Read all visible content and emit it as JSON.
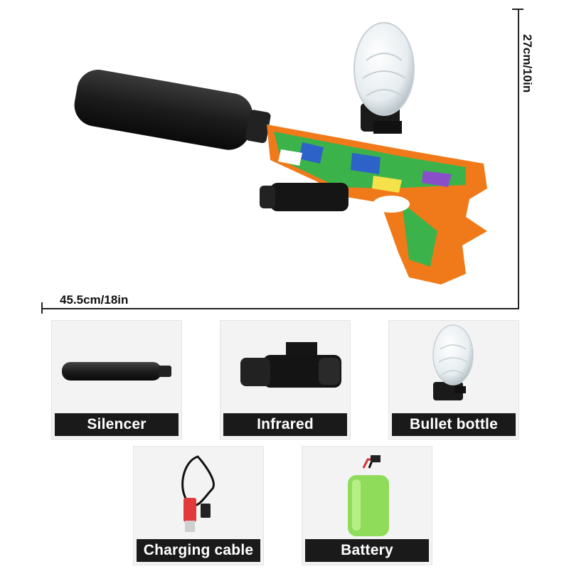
{
  "dimensions": {
    "length_label": "45.5cm/18in",
    "height_label": "27cm/10in"
  },
  "accessories": [
    {
      "label": "Silencer",
      "icon": "silencer-icon"
    },
    {
      "label": "Infrared",
      "icon": "infrared-icon"
    },
    {
      "label": "Bullet bottle",
      "icon": "bullet-bottle-icon"
    },
    {
      "label": "Charging cable",
      "icon": "charging-cable-icon"
    },
    {
      "label": "Battery",
      "icon": "battery-icon"
    }
  ],
  "colors": {
    "caption_bg": "#1a1a1a",
    "card_bg": "#f3f3f3",
    "graffiti_orange": "#f07a1a",
    "graffiti_green": "#3bb34a",
    "battery_green": "#8fdc5a",
    "cable_red": "#e23a3a"
  }
}
